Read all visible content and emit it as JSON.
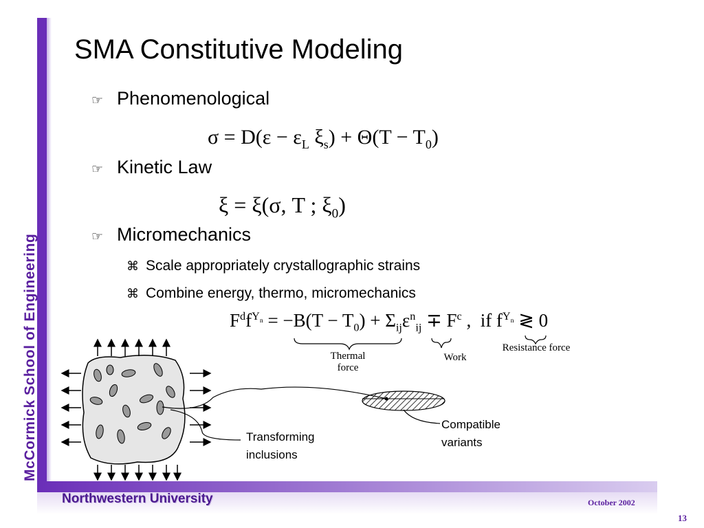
{
  "slide": {
    "title": "SMA Constitutive Modeling",
    "sidebar_text": "McCormick School of Engineering",
    "footer_left": "Northwestern University",
    "footer_right": "October 2002",
    "page_number": "13"
  },
  "icons": {
    "bullet_level1": "pointing-hand-icon",
    "bullet_level2": "command-key-icon"
  },
  "colors": {
    "brand_purple": "#6a2eb8",
    "footer_text": "#4b1a8f"
  },
  "bullets": [
    {
      "label": "Phenomenological",
      "marker": "☞"
    },
    {
      "label": "Kinetic Law",
      "marker": "☞"
    },
    {
      "label": "Micromechanics",
      "marker": "☞",
      "children": [
        {
          "label": "Scale appropriately crystallographic strains",
          "marker": "⌘"
        },
        {
          "label": "Combine energy, thermo, micromechanics",
          "marker": "⌘"
        }
      ]
    }
  ],
  "equations": {
    "constitutive": "σ = D(ε − ε_L ξ_s) + Θ(T − T_0)",
    "kinetic": "ξ = ξ(σ, T; ξ_0)",
    "driving_force": {
      "text": "F d Y f n = −B(T − T_0) + Σ_ij ε_ij n + F c , if f Y n > <  0",
      "brace_thermal": "Thermal force",
      "brace_work": "Work",
      "brace_resistance": "Resistance force"
    }
  },
  "diagram": {
    "label_inclusions": "Transforming inclusions",
    "label_variants": "Compatible variants"
  }
}
